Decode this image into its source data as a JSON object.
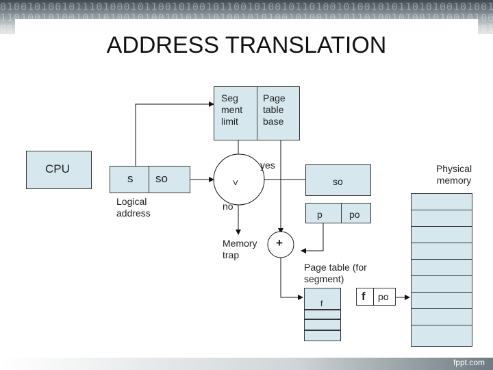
{
  "title": "ADDRESS TRANSLATION",
  "segment_limit": "Seg ment limit",
  "page_table_base": "Page table base",
  "cpu": "CPU",
  "s": "s",
  "so": "so",
  "logical_address": "Logical address",
  "compare": "<",
  "yes": "yes",
  "no": "no",
  "memory_trap": "Memory trap",
  "plus": "+",
  "so_right": "so",
  "p": "p",
  "po": "po",
  "page_table_label": "Page table (for segment)",
  "f_small": "f",
  "f_big": "f",
  "po_out": "po",
  "physical_memory": "Physical memory",
  "footer": "fppt.com",
  "banner_bits": "0100101001011101000101100101001011001010010110100101001010110101001010010\n1101001010010110100101001010111010010101001010010101101001010010100101001\n0010110010100101011010010100101101001010010101101001010100101001011010010"
}
